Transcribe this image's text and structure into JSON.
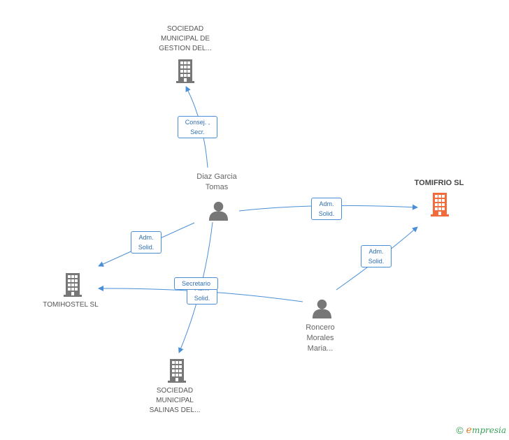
{
  "colors": {
    "company": "#777777",
    "main_company": "#f26b3a",
    "person": "#777777",
    "edge": "#4a8fd6"
  },
  "nodes": {
    "sociedad_gestion": {
      "lines": [
        "SOCIEDAD",
        "MUNICIPAL DE",
        "GESTION DEL..."
      ],
      "icon": "building-icon"
    },
    "tomifrio": {
      "lines": [
        "TOMIFRIO SL"
      ],
      "icon": "building-icon"
    },
    "diaz_garcia": {
      "lines": [
        "Diaz Garcia",
        "Tomas"
      ],
      "icon": "person-icon"
    },
    "tomihostel": {
      "lines": [
        "TOMIHOSTEL SL"
      ],
      "icon": "building-icon"
    },
    "roncero": {
      "lines": [
        "Roncero",
        "Morales",
        "Maria..."
      ],
      "icon": "person-icon"
    },
    "sociedad_salinas": {
      "lines": [
        "SOCIEDAD",
        "MUNICIPAL",
        "SALINAS DEL..."
      ],
      "icon": "building-icon"
    }
  },
  "edges": {
    "diaz_to_gestion": [
      "Consej. ,",
      "Secr."
    ],
    "diaz_to_tomifrio": [
      "Adm.",
      "Solid."
    ],
    "diaz_to_tomihostel": [
      "Adm.",
      "Solid."
    ],
    "diaz_to_salinas": [
      "Secretario"
    ],
    "roncero_to_tomifrio": [
      "Adm.",
      "Solid."
    ],
    "roncero_to_tomihostel": [
      "Adm.",
      "Solid."
    ]
  },
  "footer": {
    "copyright": "©",
    "brand_initial": "e",
    "brand_rest": "mpresia"
  }
}
